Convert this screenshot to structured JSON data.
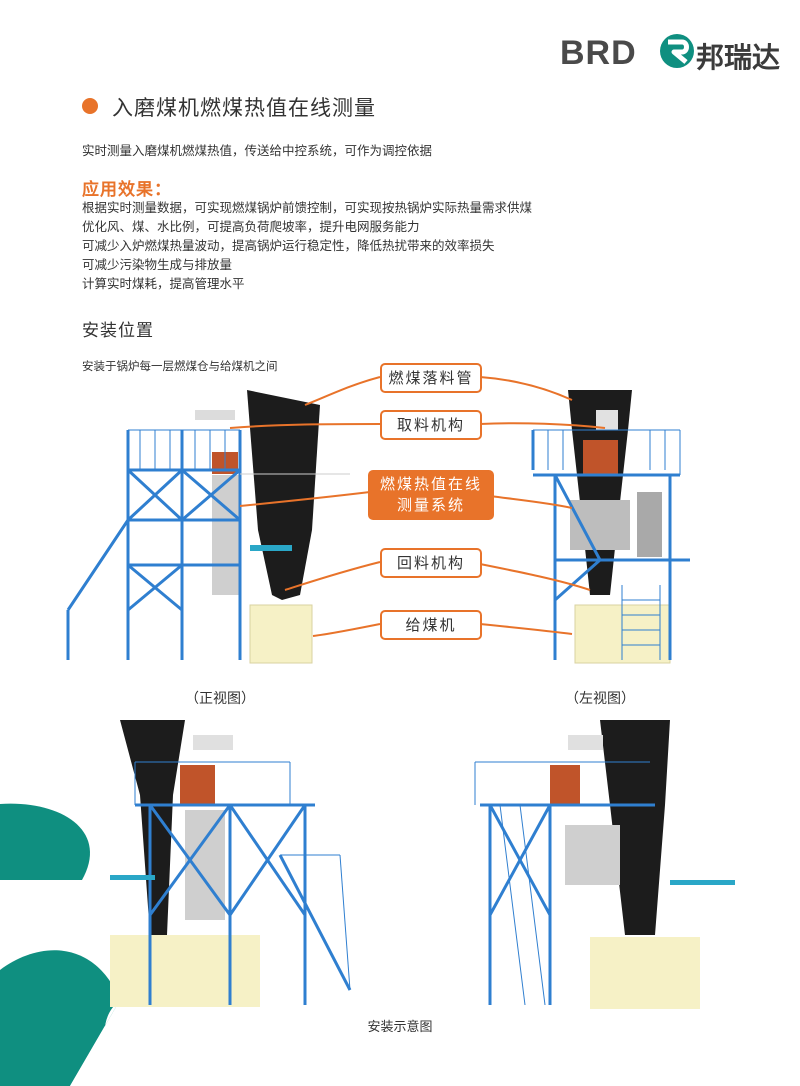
{
  "header": {
    "logo_letters": "BRD",
    "logo_cn": "邦瑞达"
  },
  "section": {
    "title": "入磨煤机燃煤热值在线测量",
    "intro": "实时测量入磨煤机燃煤热值，传送给中控系统，可作为调控依据",
    "effect_title": "应用效果：",
    "effects": [
      "根据实时测量数据，可实现燃煤锅炉前馈控制，可实现按热锅炉实际热量需求供煤",
      "优化风、煤、水比例，可提高负荷爬坡率，提升电网服务能力",
      "可减少入炉燃煤热量波动，提高锅炉运行稳定性，降低热扰带来的效率损失",
      "可减少污染物生成与排放量",
      "计算实时煤耗，提高管理水平"
    ],
    "install_title": "安装位置",
    "install_desc": "安装于锅炉每一层燃煤仓与给煤机之间"
  },
  "callouts": {
    "pipe": "燃煤落料管",
    "take": "取料机构",
    "system_line1": "燃煤热值在线",
    "system_line2": "测量系统",
    "return": "回料机构",
    "feeder": "给煤机"
  },
  "captions": {
    "front": "（正视图）",
    "left": "（左视图）",
    "schematic": "安装示意图"
  },
  "colors": {
    "accent": "#e8732a",
    "steel": "#2f7fd0",
    "teal": "#0f8f80",
    "hopper": "#1c1c1c",
    "feeder_box": "#f6f1c6"
  }
}
